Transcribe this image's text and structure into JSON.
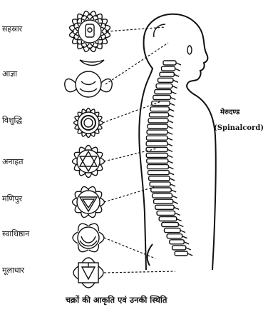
{
  "chakras": [
    {
      "label": "सहस्रार",
      "icon": "lotus-thousand-petal-icon"
    },
    {
      "label": "आज्ञा",
      "icon": "two-petal-lotus-icon"
    },
    {
      "label": "विशुद्धि",
      "icon": "sixteen-petal-lotus-icon"
    },
    {
      "label": "अनाहत",
      "icon": "hexagram-lotus-icon"
    },
    {
      "label": "मणिपुर",
      "icon": "downward-triangle-lotus-icon"
    },
    {
      "label": "स्वाधिष्ठान",
      "icon": "crescent-lotus-icon"
    },
    {
      "label": "मूलाधार",
      "icon": "square-triangle-lotus-icon"
    }
  ],
  "spine_label": "मेरुदण्ड",
  "spine_label_en": "(Spinalcord)",
  "caption": "चक्रों की आकृति एवं उनकी स्थिति",
  "colors": {
    "ink": "#111111",
    "paper": "#ffffff"
  }
}
